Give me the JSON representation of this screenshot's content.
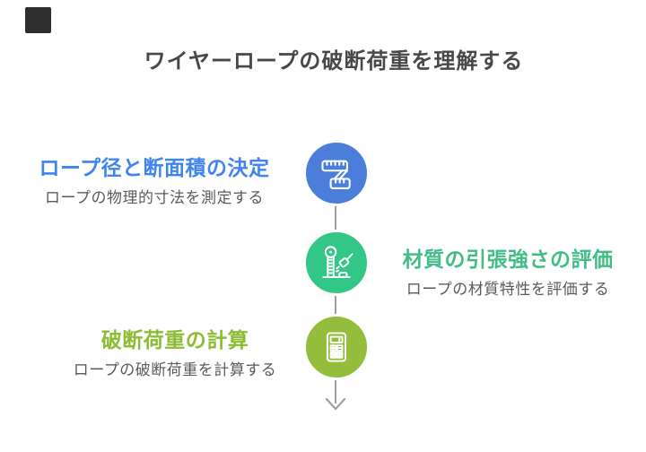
{
  "canvas": {
    "background": "#ffffff"
  },
  "logo": {
    "color": "#2e2e2e"
  },
  "title": {
    "text": "ワイヤーロープの破断荷重を理解する",
    "color": "#484848"
  },
  "connector": {
    "color": "#9e9e9e",
    "arrow_direction": "down"
  },
  "text": {
    "subtext_color": "#5a5a5a"
  },
  "steps": [
    {
      "heading": "ロープ径と断面積の決定",
      "subtext": "ロープの物理的寸法を測定する",
      "heading_color": "#4084f0",
      "circle_color": "#4b7edb",
      "icon": "tape-measure-icon",
      "side": "left"
    },
    {
      "heading": "材質の引張強さの評価",
      "subtext": "ロープの材質特性を評価する",
      "heading_color": "#41bd85",
      "circle_color": "#32c786",
      "icon": "tensile-strength-tester-icon",
      "side": "right"
    },
    {
      "heading": "破断荷重の計算",
      "subtext": "ロープの破断荷重を計算する",
      "heading_color": "#8dbb34",
      "circle_color": "#93be3b",
      "icon": "calculator-icon",
      "side": "left"
    }
  ]
}
